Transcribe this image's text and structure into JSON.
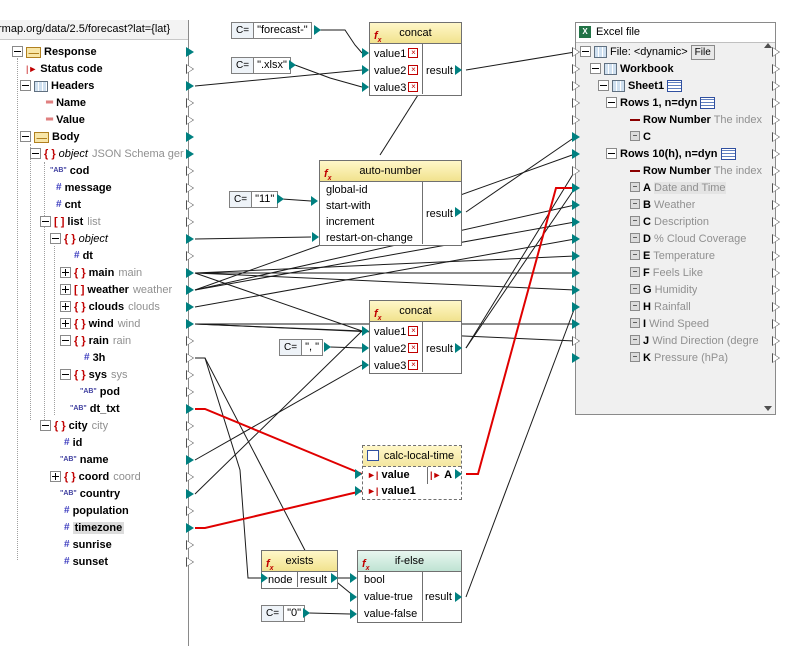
{
  "source": {
    "url": "rmap.org/data/2.5/forecast?lat={lat}",
    "nodes": [
      {
        "label": "Response"
      },
      {
        "label": "Status code"
      },
      {
        "label": "Headers"
      },
      {
        "label": "Name"
      },
      {
        "label": "Value"
      },
      {
        "label": "Body"
      },
      {
        "label": "object",
        "hint": "JSON Schema ger"
      },
      {
        "label": "cod"
      },
      {
        "label": "message"
      },
      {
        "label": "cnt"
      },
      {
        "label": "list",
        "hint": "list"
      },
      {
        "label": "object"
      },
      {
        "label": "dt"
      },
      {
        "label": "main",
        "hint": "main"
      },
      {
        "label": "weather",
        "hint": "weather"
      },
      {
        "label": "clouds",
        "hint": "clouds"
      },
      {
        "label": "wind",
        "hint": "wind"
      },
      {
        "label": "rain",
        "hint": "rain"
      },
      {
        "label": "3h"
      },
      {
        "label": "sys",
        "hint": "sys"
      },
      {
        "label": "pod"
      },
      {
        "label": "dt_txt"
      },
      {
        "label": "city",
        "hint": "city"
      },
      {
        "label": "id"
      },
      {
        "label": "name"
      },
      {
        "label": "coord",
        "hint": "coord"
      },
      {
        "label": "country"
      },
      {
        "label": "population"
      },
      {
        "label": "timezone"
      },
      {
        "label": "sunrise"
      },
      {
        "label": "sunset"
      }
    ]
  },
  "constants": {
    "forecast": "\"forecast-\"",
    "xlsx": "\".xlsx\"",
    "eleven": "\"11\"",
    "comma": "\", \"",
    "zero": "\"0\"",
    "tag": "C="
  },
  "functions": {
    "concat1": {
      "title": "concat",
      "inputs": [
        "value1",
        "value2",
        "value3"
      ],
      "output": "result"
    },
    "autonumber": {
      "title": "auto-number",
      "inputs": [
        "global-id",
        "start-with",
        "increment",
        "restart-on-change"
      ],
      "output": "result"
    },
    "concat2": {
      "title": "concat",
      "inputs": [
        "value1",
        "value2",
        "value3"
      ],
      "output": "result"
    },
    "calc": {
      "title": "calc-local-time",
      "inputs": [
        "value",
        "value1"
      ],
      "out_label": "A"
    },
    "exists": {
      "title": "exists",
      "input": "node",
      "output": "result"
    },
    "ifelse": {
      "title": "if-else",
      "inputs": [
        "bool",
        "value-true",
        "value-false"
      ],
      "output": "result"
    }
  },
  "target": {
    "title": "Excel file",
    "file_label": "File:",
    "file_value": "<dynamic>",
    "file_button": "File",
    "workbook": "Workbook",
    "sheet": "Sheet1",
    "rows1": "Rows 1, n=dyn",
    "row_number": "Row Number",
    "row_number_hint": "The index",
    "col_c": "C",
    "rows10": "Rows 10(h), n=dyn",
    "columns": [
      {
        "letter": "A",
        "name": "Date and Time"
      },
      {
        "letter": "B",
        "name": "Weather"
      },
      {
        "letter": "C",
        "name": "Description"
      },
      {
        "letter": "D",
        "name": "% Cloud Coverage"
      },
      {
        "letter": "E",
        "name": "Temperature"
      },
      {
        "letter": "F",
        "name": "Feels Like"
      },
      {
        "letter": "G",
        "name": "Humidity"
      },
      {
        "letter": "H",
        "name": "Rainfall"
      },
      {
        "letter": "I",
        "name": "Wind Speed"
      },
      {
        "letter": "J",
        "name": "Wind Direction (degre"
      },
      {
        "letter": "K",
        "name": "Pressure (hPa)"
      }
    ]
  },
  "colors": {
    "wire": "#1a1a1a",
    "wire_highlight": "#e00000",
    "port": "#008080",
    "function_header": "#f1e28e",
    "ifelse_header": "#bfe3d3"
  }
}
